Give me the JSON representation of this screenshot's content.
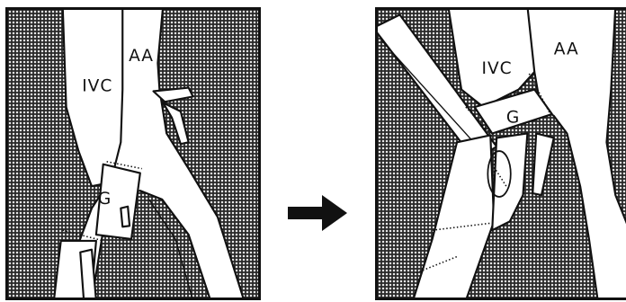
{
  "left_panel": {
    "labels": {
      "ivc": "IVC",
      "aa": "AA",
      "graft": "G"
    }
  },
  "right_panel": {
    "labels": {
      "ivc": "IVC",
      "aa": "AA",
      "graft": "G"
    }
  },
  "arrow_icon": "right-arrow-icon"
}
